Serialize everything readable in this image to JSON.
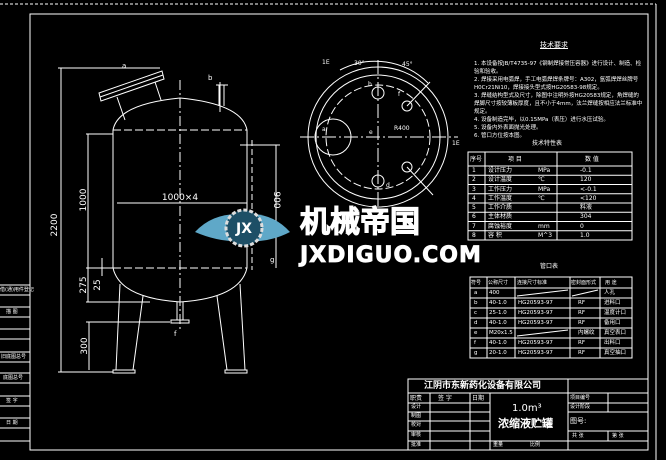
{
  "colors": {
    "background": "#000000",
    "lines": "#ffffff",
    "watermark": "#5fa8c8"
  },
  "vessel_view": {
    "dims": {
      "overall_height": "2200",
      "straight_shell": "1000",
      "shell_spec": "1000×4",
      "nozzle_height": "900",
      "bottom_head": "275",
      "skirt": "25",
      "leg": "300"
    },
    "nozzle_labels": {
      "a": "a",
      "b": "b",
      "g": "g",
      "f": "f"
    }
  },
  "plan_view": {
    "labels": {
      "a": "a",
      "b": "b",
      "d": "d",
      "f": "f",
      "e": "e",
      "radius": "R400",
      "angle1": "30°",
      "angle2": "45°",
      "left": "1E",
      "right": "1E"
    }
  },
  "tech_requirements": {
    "title": "技术要求",
    "items": [
      "1. 本设备按JB/T4735-97《钢制焊接常压容器》进行设计、制造、检验和验收。",
      "2. 焊接采用电弧焊，手工电弧焊焊条牌号：A302，氩弧焊焊丝牌号H0Cr21Ni10，焊接接头型式按HG20583-98规定。",
      "3. 焊缝结构型式及尺寸，除图中注明外按HG20583规定，角焊缝的焊脚尺寸按较薄板厚度，且不小于4mm，法兰焊缝按相应法兰标准中规定。",
      "4. 设备制造完毕，以0.15MPa（表压）进行水压试验。",
      "5. 设备内外表面抛光处理。",
      "6. 管口方位按本图。"
    ]
  },
  "spec_table": {
    "title": "技术特性表",
    "headers": [
      "序号",
      "项 目",
      "数 值"
    ],
    "rows": [
      {
        "no": "1",
        "item": "设计压力",
        "unit": "MPa",
        "value": "-0.1"
      },
      {
        "no": "2",
        "item": "设计温度",
        "unit": "℃",
        "value": "120"
      },
      {
        "no": "3",
        "item": "工作压力",
        "unit": "MPa",
        "value": "<-0.1"
      },
      {
        "no": "4",
        "item": "工作温度",
        "unit": "℃",
        "value": "<120"
      },
      {
        "no": "5",
        "item": "工作介质",
        "unit": "",
        "value": "料液"
      },
      {
        "no": "6",
        "item": "主体材质",
        "unit": "",
        "value": "304"
      },
      {
        "no": "7",
        "item": "腐蚀裕度",
        "unit": "mm",
        "value": "0"
      },
      {
        "no": "8",
        "item": "容 积",
        "unit": "M^3",
        "value": "1.0"
      }
    ]
  },
  "nozzle_table": {
    "title": "管口表",
    "headers": [
      "符号",
      "公称尺寸",
      "连接尺寸标准",
      "密封面形式",
      "用 途"
    ],
    "rows": [
      {
        "sym": "a",
        "size": "400",
        "std": "",
        "face": "",
        "use": "人孔"
      },
      {
        "sym": "b",
        "size": "40-1.0",
        "std": "HG20593-97",
        "face": "RF",
        "use": "进料口"
      },
      {
        "sym": "c",
        "size": "25-1.0",
        "std": "HG20593-97",
        "face": "RF",
        "use": "温度计口"
      },
      {
        "sym": "d",
        "size": "40-1.0",
        "std": "HG20593-97",
        "face": "RF",
        "use": "备用口"
      },
      {
        "sym": "e",
        "size": "M20x1.5",
        "std": "",
        "face": "内螺纹",
        "use": "真空表口"
      },
      {
        "sym": "f",
        "size": "40-1.0",
        "std": "HG20593-97",
        "face": "RF",
        "use": "出料口"
      },
      {
        "sym": "g",
        "size": "20-1.0",
        "std": "HG20593-97",
        "face": "RF",
        "use": "真空抽口"
      }
    ]
  },
  "title_block": {
    "company": "江阴市东新药化设备有限公司",
    "headers": [
      "职责",
      "签 字",
      "日期"
    ],
    "roles": [
      "设计",
      "制图",
      "校对",
      "审核",
      "批准"
    ],
    "capacity": "1.0m³",
    "name": "浓缩液贮罐",
    "project_no": "项目编号",
    "stage": "设计阶段",
    "drawing_no": "图号:",
    "sheets_total": "共 张",
    "sheet_no": "第 张",
    "weight": "重量",
    "scale": "比例"
  },
  "left_strip": [
    "借(通)用件登记",
    "描 图",
    "旧底图总号",
    "底图总号",
    "签 字",
    "日 期"
  ],
  "watermark": {
    "cn": "机械帝国",
    "en": "JXDIGUO.COM",
    "emblem": "JX"
  }
}
